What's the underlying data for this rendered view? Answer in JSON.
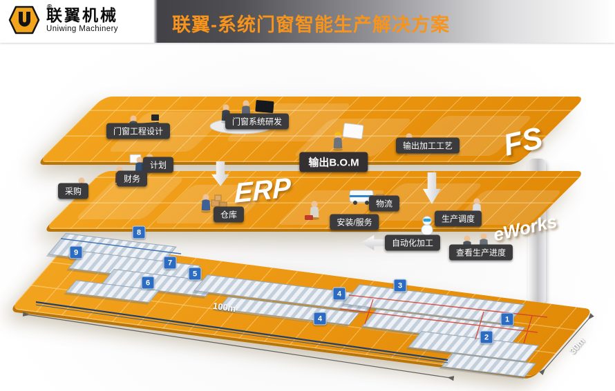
{
  "header": {
    "logo": {
      "letter": "U",
      "registered": "®",
      "brand_cn": "联翼机械",
      "brand_en": "Uniwing Machinery"
    },
    "title": "联翼-系统门窗智能生产解决方案"
  },
  "layers": {
    "top": {
      "big_label": "FS",
      "labels": [
        "门窗工程设计",
        "门窗系统研发",
        "输出B.O.M",
        "输出加工工艺"
      ]
    },
    "middle": {
      "big_label": "ERP",
      "side_label": "eWorks",
      "labels": [
        "计划",
        "财务",
        "采购",
        "仓库",
        "物流",
        "安装/服务",
        "生产调度",
        "自动化加工",
        "查看生产进度"
      ]
    },
    "bottom": {
      "station_badges": [
        "8",
        "9",
        "7",
        "5",
        "6",
        "3",
        "4",
        "4",
        "1",
        "2"
      ],
      "dimensions": {
        "length": "100m",
        "width": "30m"
      }
    }
  },
  "colors": {
    "accent_orange": "#F7941D",
    "platform_orange": "#ED9514",
    "label_bg": "#3B3B3D",
    "badge_blue": "#2B6CC2"
  }
}
